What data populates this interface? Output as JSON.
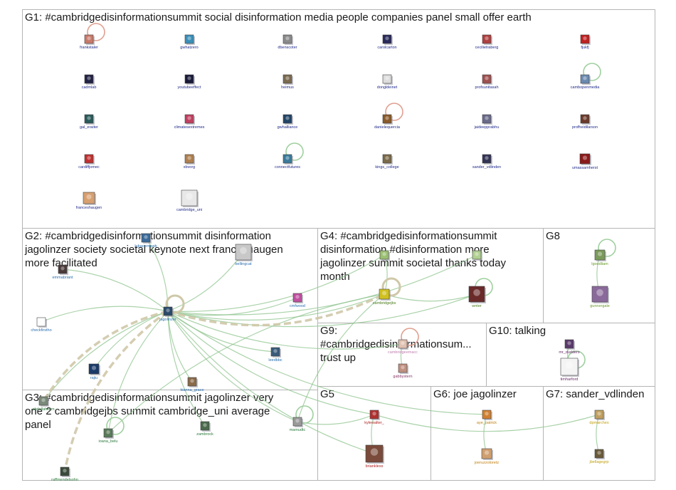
{
  "panels": [
    {
      "id": "G1",
      "title": "G1: #cambridgedisinformationsummit social disinformation media people companies panel small offer earth"
    },
    {
      "id": "G2",
      "title": "G2: #cambridgedisinformationsummit disinformation\njagolinzer society societal keynote next franceshaugen\nmore facilitated"
    },
    {
      "id": "G3",
      "title": "G3: #cambridgedisinformationsummit jagolinzer very\none 2 cambridgejbs summit cambridge_uni average\npanel"
    },
    {
      "id": "G4",
      "title": "G4: #cambridgedisinformationsummit\ndisinformation #disinformation more\njagolinzer summit societal thanks today\nmonth"
    },
    {
      "id": "G5",
      "title": "G5"
    },
    {
      "id": "G6",
      "title": "G6: joe jagolinzer"
    },
    {
      "id": "G7",
      "title": "G7: sander_vdlinden"
    },
    {
      "id": "G8",
      "title": "G8"
    },
    {
      "id": "G9",
      "title": "G9:\n#cambridgedisinformationsum...\ntrust up"
    },
    {
      "id": "G10",
      "title": "G10: talking"
    }
  ],
  "nodes": [
    {
      "id": "frankstaler",
      "label": "frankstaler",
      "color": "#1f2a8a",
      "icon": "avatar",
      "img": "#c87a6a"
    },
    {
      "id": "gwhatzero",
      "label": "gwhatzero",
      "color": "#1f2a8a",
      "icon": "avatar",
      "img": "#3a8fb8"
    },
    {
      "id": "dbenscoter",
      "label": "dbenscoter",
      "color": "#1f2a8a",
      "icon": "avatar",
      "img": "#8a8a8a"
    },
    {
      "id": "carolcarton",
      "label": "carolcarton",
      "color": "#1f2a8a",
      "icon": "avatar",
      "img": "#2a2a5a"
    },
    {
      "id": "cecilietraberg",
      "label": "cecilietraberg",
      "color": "#1f2a8a",
      "icon": "avatar",
      "img": "#b04040"
    },
    {
      "id": "fjukfj",
      "label": "fjukfj",
      "color": "#1f2a8a",
      "icon": "avatar",
      "img": "#c02020"
    },
    {
      "id": "cadmlab",
      "label": "cadmlab",
      "color": "#1f2a8a",
      "icon": "avatar",
      "img": "#222244"
    },
    {
      "id": "youtubeeffect",
      "label": "youtubeeffect",
      "color": "#1f2a8a",
      "icon": "avatar",
      "img": "#1a1a3a"
    },
    {
      "id": "heimus",
      "label": "heimus",
      "color": "#1f2a8a",
      "icon": "avatar",
      "img": "#7a6a50"
    },
    {
      "id": "dongldeinet",
      "label": "dongldeinet",
      "color": "#1f2a8a",
      "icon": "avatar",
      "img": "#dddddd"
    },
    {
      "id": "profsunitasah",
      "label": "profsunitasah",
      "color": "#1f2a8a",
      "icon": "avatar",
      "img": "#a05050"
    },
    {
      "id": "cambopenmedia",
      "label": "cambopenmedia",
      "color": "#1f2a8a",
      "icon": "avatar",
      "img": "#6a8ab0"
    },
    {
      "id": "gal_eraiter",
      "label": "gal_eraiter",
      "color": "#1f2a8a",
      "icon": "avatar",
      "img": "#2a5a5a"
    },
    {
      "id": "climatesextremes",
      "label": "climatesextremes",
      "color": "#1f2a8a",
      "icon": "avatar",
      "img": "#c04060"
    },
    {
      "id": "gwhalliance",
      "label": "gwhalliance",
      "color": "#1f2a8a",
      "icon": "avatar",
      "img": "#224466"
    },
    {
      "id": "danielequercia",
      "label": "danielequercia",
      "color": "#1f2a8a",
      "icon": "avatar",
      "img": "#8a5a2a"
    },
    {
      "id": "jaideepprabhu",
      "label": "jaideepprabhu",
      "color": "#1f2a8a",
      "icon": "avatar",
      "img": "#6a6a8a"
    },
    {
      "id": "profheidilarson",
      "label": "profheidilarson",
      "color": "#1f2a8a",
      "icon": "avatar",
      "img": "#6a3a2a"
    },
    {
      "id": "cardiffjomec",
      "label": "cardiffjomec",
      "color": "#1f2a8a",
      "icon": "avatar",
      "img": "#c03030"
    },
    {
      "id": "xbvorg",
      "label": "xbvorg",
      "color": "#1f2a8a",
      "icon": "avatar",
      "img": "#b08050"
    },
    {
      "id": "connectfutures",
      "label": "connectfutures",
      "color": "#1f2a8a",
      "icon": "avatar",
      "img": "#3a7a9a"
    },
    {
      "id": "kings_college",
      "label": "kings_college",
      "color": "#1f2a8a",
      "icon": "avatar",
      "img": "#7a6a4a"
    },
    {
      "id": "sander_vdlinden_g1",
      "label": "sander_vdlinden",
      "color": "#1f2a8a",
      "icon": "avatar",
      "img": "#333355"
    },
    {
      "id": "umassamherst",
      "label": "umassamherst",
      "color": "#1f2a8a",
      "icon": "avatar",
      "img": "#8a1a1a"
    },
    {
      "id": "franceshaugen",
      "label": "franceshaugen",
      "color": "#1f2a8a",
      "icon": "avatar",
      "img": "#d8a070"
    },
    {
      "id": "cambridge_uni",
      "label": "cambridge_uni",
      "color": "#1f2a8a",
      "icon": "avatar",
      "img": "#e8e8e8"
    },
    {
      "id": "lubacornewb",
      "label": "lubacornewb",
      "color": "#2a6fb0",
      "icon": "avatar",
      "img": "#3a6a9a"
    },
    {
      "id": "bellingcat",
      "label": "bellingcat",
      "color": "#2a6fb0",
      "icon": "avatar",
      "img": "#c8c8c8"
    },
    {
      "id": "emmabriant",
      "label": "emmabriant",
      "color": "#2a6fb0",
      "icon": "avatar",
      "img": "#4a3a3a"
    },
    {
      "id": "cmfwood",
      "label": "cmfwood",
      "color": "#2a6fb0",
      "icon": "avatar",
      "img": "#c050a0"
    },
    {
      "id": "jagolinzer",
      "label": "jagolinzer",
      "color": "#2a6fb0",
      "icon": "avatar",
      "img": "#2a4a6a"
    },
    {
      "id": "checkfirstho",
      "label": "checkfirstho",
      "color": "#2a6fb0",
      "icon": "avatar",
      "img": "#ffffff"
    },
    {
      "id": "leedbbc",
      "label": "leedbbc",
      "color": "#2a6fb0",
      "icon": "avatar",
      "img": "#3a5a7a"
    },
    {
      "id": "rajiu",
      "label": "rajiu",
      "color": "#2a6fb0",
      "icon": "avatar",
      "img": "#1a3a6a"
    },
    {
      "id": "kianna_grace",
      "label": "kianna_grace",
      "color": "#2a6fb0",
      "icon": "avatar",
      "img": "#8a6a4a"
    },
    {
      "id": "abdullahkhm",
      "label": "abdullahkhm",
      "color": "#2a7a3a",
      "icon": "avatar",
      "img": "#7a8a7a"
    },
    {
      "id": "mamudtc",
      "label": "mamudtc",
      "color": "#2a7a3a",
      "icon": "avatar",
      "img": "#9a9a9a"
    },
    {
      "id": "zambrock",
      "label": "zambrock",
      "color": "#2a7a3a",
      "icon": "avatar",
      "img": "#4a6a4a"
    },
    {
      "id": "ioana_belu",
      "label": "ioana_belu",
      "color": "#2a7a3a",
      "icon": "avatar",
      "img": "#5a7a5a"
    },
    {
      "id": "raffmendelsohn",
      "label": "raffmendelsohn",
      "color": "#2a7a3a",
      "icon": "avatar",
      "img": "#3a4a3a"
    },
    {
      "id": "g4node1",
      "label": "",
      "color": "#6a9a3a",
      "icon": "avatar",
      "img": "#9ac070"
    },
    {
      "id": "g4node2",
      "label": "",
      "color": "#6a9a3a",
      "icon": "avatar",
      "img": "#b0d090"
    },
    {
      "id": "cambridgejbs",
      "label": "cambridgejbs",
      "color": "#4a7a1a",
      "icon": "avatar",
      "img": "#d0c020"
    },
    {
      "id": "wnter",
      "label": "wnter",
      "color": "#4a7a1a",
      "icon": "avatar",
      "img": "#6a2a2a"
    },
    {
      "id": "lgoodliam",
      "label": "lgoodliam",
      "color": "#6a9a2a",
      "icon": "avatar",
      "img": "#7a9a5a"
    },
    {
      "id": "gunnergale",
      "label": "gunnergale",
      "color": "#6a9a2a",
      "icon": "avatar",
      "img": "#8a6a9a"
    },
    {
      "id": "cambridgeemacc",
      "label": "cambridgeemacc",
      "color": "#c080b0",
      "icon": "avatar",
      "img": "#e0c0b0"
    },
    {
      "id": "gabbystern",
      "label": "gabbystern",
      "color": "#8a3a6a",
      "icon": "avatar",
      "img": "#c09080"
    },
    {
      "id": "mr_dudders",
      "label": "mr_dudders",
      "color": "#6a2a6a",
      "icon": "avatar",
      "img": "#5a3a6a"
    },
    {
      "id": "timharford",
      "label": "timharford",
      "color": "#6a2a6a",
      "icon": "avatar",
      "img": "#f4f4f4"
    },
    {
      "id": "kylewalter_",
      "label": "kylewalter_",
      "color": "#b02020",
      "icon": "avatar",
      "img": "#b03030"
    },
    {
      "id": "briankless",
      "label": "briankless",
      "color": "#b02020",
      "icon": "avatar",
      "img": "#7a4a3a"
    },
    {
      "id": "aye_patrick",
      "label": "aye_patrick",
      "color": "#c08010",
      "icon": "avatar",
      "img": "#d08030"
    },
    {
      "id": "joeruzzoloretz",
      "label": "joeruzzoloretz",
      "color": "#c08010",
      "icon": "avatar",
      "img": "#d0a070"
    },
    {
      "id": "dpmarches",
      "label": "dpmarches",
      "color": "#c0a010",
      "icon": "avatar",
      "img": "#c0a060"
    },
    {
      "id": "jbellagegrp",
      "label": "jbellagegrp",
      "color": "#c0a010",
      "icon": "avatar",
      "img": "#6a5a3a"
    }
  ]
}
